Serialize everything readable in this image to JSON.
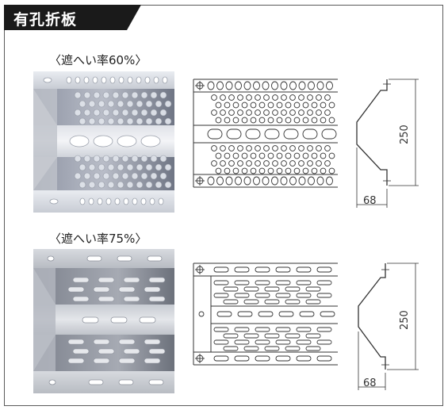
{
  "header": {
    "title": "有孔折板"
  },
  "variants": [
    {
      "caption": "〈遮へい率60%〉",
      "dim_height": "250",
      "dim_flange": "68"
    },
    {
      "caption": "〈遮へい率75%〉",
      "dim_height": "250",
      "dim_flange": "68"
    }
  ],
  "colors": {
    "title_bg": "#1a1a1a",
    "frame": "#5a5a5a",
    "line": "#333333"
  }
}
